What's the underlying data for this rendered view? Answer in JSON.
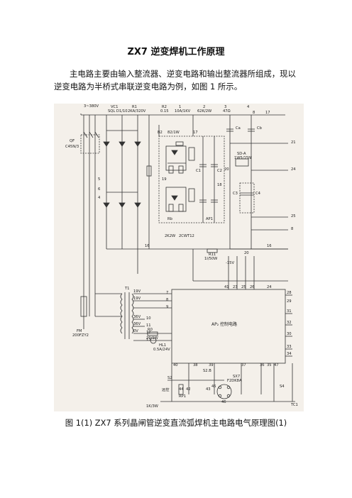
{
  "document": {
    "title": "ZX7 逆变焊机工作原理",
    "paragraph": "主电路主要由输入整流器、逆变电路和输出整流器所组成，现以逆变电路为半桥式串联逆变电路为例，如图 1 所示。",
    "caption": "图 1(1) ZX7 系列晶闸管逆变直流弧焊机主电路电气原理图(1)"
  },
  "schematic": {
    "top_labels": {
      "supply": "3~380V",
      "vc1": "VC1",
      "vc1_spec": "SQL D1/10",
      "r1": "R1",
      "r1_spec": "2KA/320V",
      "r2": "R2",
      "r2_spec": "0.15",
      "n1": "1",
      "n1_spec": "10A/1KV",
      "n2": "2",
      "n2_spec": "62K/2W",
      "n3": "3",
      "n3_spec": "47Ω",
      "n4": "4",
      "n8": "8",
      "n17": "17",
      "b2": "B2",
      "b2_spec": "82/1W",
      "sd_a": "SD-A",
      "sd_a_spec": "1W5/15N",
      "ca": "Ca",
      "cb": "Cb",
      "c3": "C3",
      "c4": "C4",
      "c1": "C1",
      "c2": "C2",
      "ap1": "AP1",
      "rb": "Rb",
      "r11": "R11",
      "r11_spec": "1I/50W",
      "minus15": "-15V",
      "n16": "16",
      "n20": "20",
      "n21": "21",
      "n24": "24",
      "n25": "25",
      "n18": "18",
      "n19": "19",
      "n5": "5",
      "n6": "6",
      "qf": "QF",
      "qf_spec": "C45N/3",
      "spec2kw": "2K2W",
      "spec2cwt": "2CWT12"
    },
    "mid_labels": {
      "v19": "19V",
      "v19b": "19V",
      "v36": "36V",
      "v36b": "36V",
      "v0": "0V",
      "t1": "T1",
      "fm": "FM",
      "fm_spec": "200FZY2",
      "r0": "R0",
      "r0_spec": "20/1W",
      "hl1": "HL1",
      "hl1_spec": "0.5A/24V",
      "ctrl": "AP₂ 控制电路",
      "t41": "41",
      "t23": "23",
      "t25": "25",
      "t26": "26",
      "t24": "24",
      "r7": "7",
      "r8": "8",
      "r9": "9",
      "r10": "10",
      "r11n": "11",
      "r12": "12",
      "r13": "13",
      "r28": "28",
      "r31": "31",
      "r32": "32",
      "r30": "30",
      "r33": "33",
      "r34": "34",
      "r29": "29"
    },
    "bottom_labels": {
      "b40": "40",
      "b38": "38",
      "b39": "39",
      "b37": "37",
      "b36": "36",
      "b35": "35",
      "b47": "47",
      "s2": "S2",
      "s2b": "S2.B",
      "sx7": "SX7",
      "sx7_spec": "F2DK8A",
      "rp1": "RP1",
      "rp1_spec": "1K/3W",
      "sa": "S4",
      "tc": "TC1",
      "remote": "远控",
      "b44": "44",
      "b42": "42",
      "b43": "43",
      "b45": "45",
      "b46": "46"
    }
  }
}
